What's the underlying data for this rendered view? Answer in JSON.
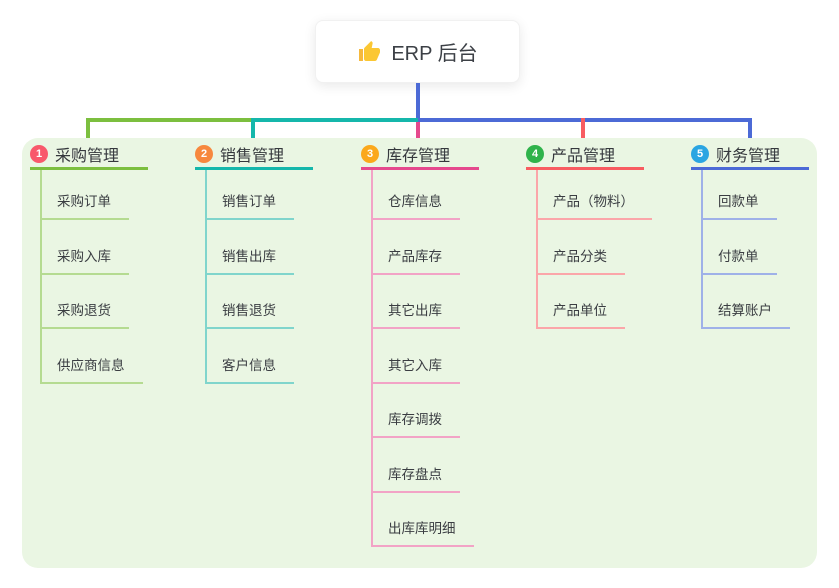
{
  "root": {
    "label": "ERP 后台",
    "icon": "thumbs-up",
    "connector_color": "#4c6ad6"
  },
  "panel": {
    "background": "#eaf6e3"
  },
  "branches": [
    {
      "badge": "1",
      "label": "采购管理",
      "badge_color": "#f8596b",
      "line_color": "#7cbf3f",
      "child_line_color": "#b5db91",
      "children": [
        "采购订单",
        "采购入库",
        "采购退货",
        "供应商信息"
      ]
    },
    {
      "badge": "2",
      "label": "销售管理",
      "badge_color": "#f7883e",
      "line_color": "#15b7ab",
      "child_line_color": "#80d5cc",
      "children": [
        "销售订单",
        "销售出库",
        "销售退货",
        "客户信息"
      ]
    },
    {
      "badge": "3",
      "label": "库存管理",
      "badge_color": "#fba81b",
      "line_color": "#e5498d",
      "child_line_color": "#f2a3c6",
      "children": [
        "仓库信息",
        "产品库存",
        "其它出库",
        "其它入库",
        "库存调拨",
        "库存盘点",
        "出库库明细"
      ]
    },
    {
      "badge": "4",
      "label": "产品管理",
      "badge_color": "#2fb34b",
      "line_color": "#f85c61",
      "child_line_color": "#fba6a9",
      "children": [
        "产品（物料）",
        "产品分类",
        "产品单位"
      ]
    },
    {
      "badge": "5",
      "label": "财务管理",
      "badge_color": "#2aa5e2",
      "line_color": "#4c6ad6",
      "child_line_color": "#9fb1e8",
      "children": [
        "回款单",
        "付款单",
        "结算账户"
      ]
    }
  ]
}
